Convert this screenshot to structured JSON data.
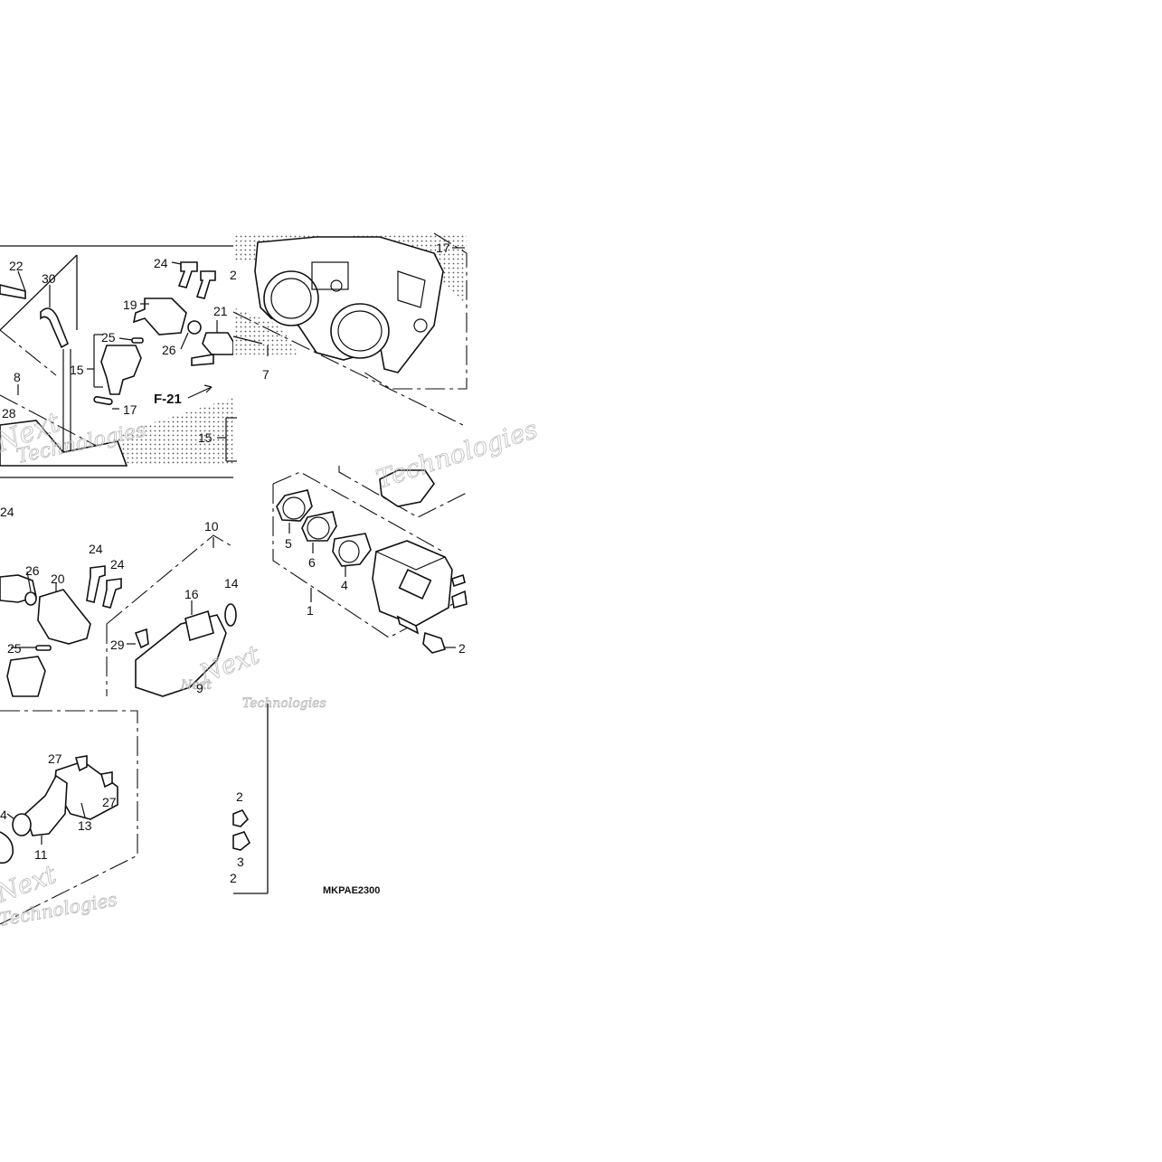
{
  "diagram": {
    "code": "MKPAE2300",
    "reference": "F-21",
    "watermark": [
      "Next",
      "Technologies"
    ],
    "callouts": [
      {
        "id": "c-22",
        "text": "22"
      },
      {
        "id": "c-30",
        "text": "30"
      },
      {
        "id": "c-24a",
        "text": "24"
      },
      {
        "id": "c-2a",
        "text": "2"
      },
      {
        "id": "c-19",
        "text": "19"
      },
      {
        "id": "c-21",
        "text": "21"
      },
      {
        "id": "c-25a",
        "text": "25"
      },
      {
        "id": "c-26a",
        "text": "26"
      },
      {
        "id": "c-15a",
        "text": "15"
      },
      {
        "id": "c-17a",
        "text": "17"
      },
      {
        "id": "c-8",
        "text": "8"
      },
      {
        "id": "c-28",
        "text": "28"
      },
      {
        "id": "c-17b",
        "text": "17"
      },
      {
        "id": "c-7",
        "text": "7"
      },
      {
        "id": "c-15b",
        "text": "15"
      },
      {
        "id": "c-24b",
        "text": "24"
      },
      {
        "id": "c-10",
        "text": "10"
      },
      {
        "id": "c-24c",
        "text": "24"
      },
      {
        "id": "c-26b",
        "text": "26"
      },
      {
        "id": "c-20",
        "text": "20"
      },
      {
        "id": "c-24d",
        "text": "24"
      },
      {
        "id": "c-16",
        "text": "16"
      },
      {
        "id": "c-14",
        "text": "14"
      },
      {
        "id": "c-25b",
        "text": "25"
      },
      {
        "id": "c-29",
        "text": "29"
      },
      {
        "id": "c-9",
        "text": "9"
      },
      {
        "id": "c-5",
        "text": "5"
      },
      {
        "id": "c-6",
        "text": "6"
      },
      {
        "id": "c-4a",
        "text": "4"
      },
      {
        "id": "c-1",
        "text": "1"
      },
      {
        "id": "c-2b",
        "text": "2"
      },
      {
        "id": "c-27a",
        "text": "27"
      },
      {
        "id": "c-27b",
        "text": "27"
      },
      {
        "id": "c-13",
        "text": "13"
      },
      {
        "id": "c-4b",
        "text": "4"
      },
      {
        "id": "c-11",
        "text": "11"
      },
      {
        "id": "c-2c",
        "text": "2"
      },
      {
        "id": "c-3",
        "text": "3"
      },
      {
        "id": "c-2d",
        "text": "2"
      }
    ]
  }
}
